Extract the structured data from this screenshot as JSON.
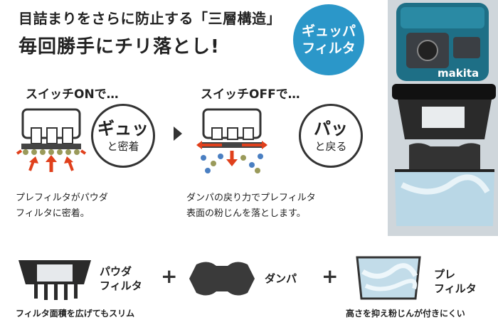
{
  "headline": {
    "line1": "目詰まりをさらに防止する「三層構造」",
    "line2": "毎回勝手にチリ落とし!"
  },
  "badge": {
    "line1": "ギュッパ",
    "line2": "フィルタ"
  },
  "product": {
    "brand": "makita"
  },
  "switch_on": {
    "title": "スイッチONで…",
    "bubble_big": "ギュッ",
    "bubble_small": "と密着",
    "desc_line1": "プレフィルタがパウダ",
    "desc_line2": "フィルタに密着。"
  },
  "switch_off": {
    "title": "スイッチOFFで…",
    "bubble_big": "パッ",
    "bubble_small": "と戻る",
    "desc_line1": "ダンパの戻り力でプレフィルタ",
    "desc_line2": "表面の粉じんを落とします。"
  },
  "components": {
    "powder": {
      "line1": "パウダ",
      "line2": "フィルタ",
      "caption": "フィルタ面積を広げてもスリム"
    },
    "damper": {
      "name": "ダンパ"
    },
    "pre": {
      "line1": "プレ",
      "line2": "フィルタ",
      "caption": "高さを抑え粉じんが付きにくい"
    },
    "plus": "+"
  },
  "colors": {
    "accent": "#2b97c9",
    "arrow_red": "#e0401c",
    "particle_blue": "#4a7fc2",
    "particle_olive": "#9a9a5a"
  }
}
